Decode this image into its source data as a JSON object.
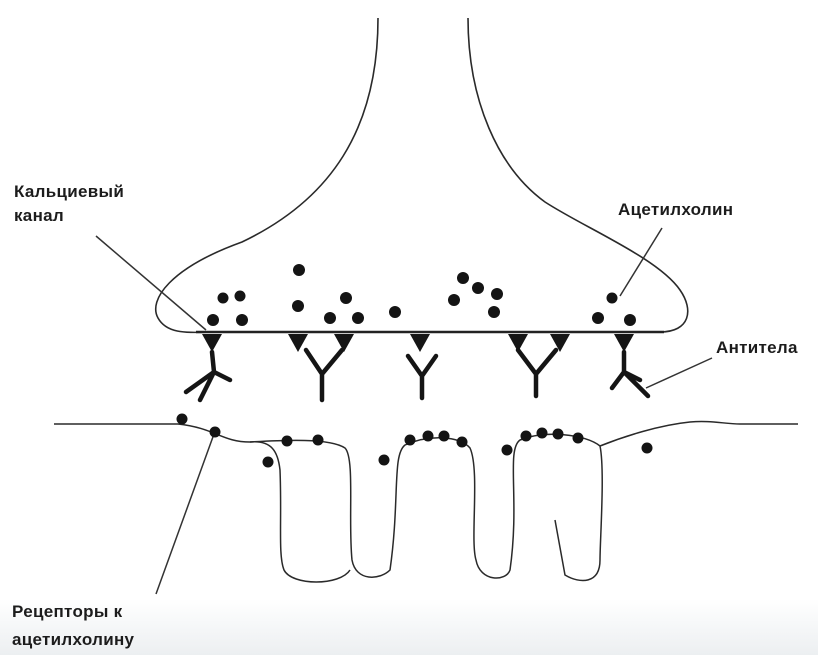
{
  "labels": {
    "calcium_channel_line1": "Кальциевый",
    "calcium_channel_line2": "канал",
    "acetylcholine": "Ацетилхолин",
    "antibodies": "Антитела",
    "receptors_line1": "Рецепторы к",
    "receptors_line2": "ацетилхолину"
  },
  "colors": {
    "ink": "#1c1c1c",
    "background": "#ffffff"
  }
}
